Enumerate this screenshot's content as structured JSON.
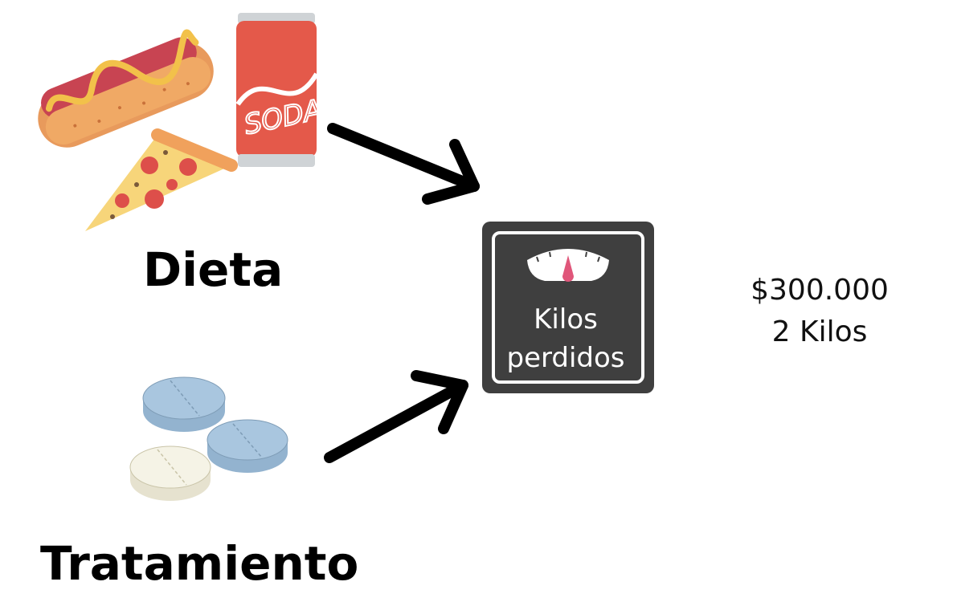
{
  "diagram": {
    "inputs": [
      {
        "label": "Dieta",
        "icons": [
          "hotdog-icon",
          "soda-can-icon",
          "pizza-slice-icon"
        ]
      },
      {
        "label": "Tratamiento",
        "icons": [
          "pills-icon"
        ]
      }
    ],
    "output": {
      "icon": "bathroom-scale-icon",
      "label_line1": "Kilos",
      "label_line2": "perdidos"
    },
    "result": {
      "cost": "$300.000",
      "kilos": "2 Kilos"
    },
    "soda_text": "SODA"
  },
  "colors": {
    "scale_body": "#3f3f3f",
    "scale_border": "#ffffff",
    "needle": "#e0567a",
    "soda_can": "#e4594a",
    "pill_blue": "#a9c6df",
    "pill_cream": "#f5f3e6",
    "bun": "#e89a5c",
    "sausage": "#c84452",
    "mustard": "#f2c14a",
    "pizza_crust": "#f0a15c",
    "pepperoni": "#dd4f4a"
  }
}
